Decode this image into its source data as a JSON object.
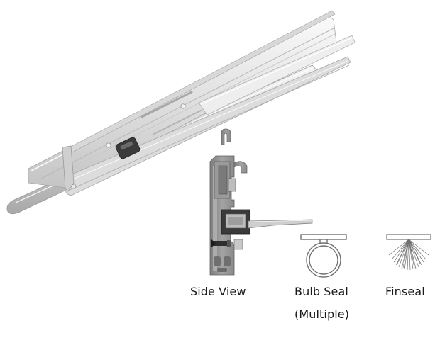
{
  "captions": {
    "side_view": "Side View",
    "bulb_seal": "Bulb Seal",
    "bulb_seal_note": "(Multiple)",
    "finseal": "Finseal"
  },
  "colors": {
    "rail_light": "#e9e9e9",
    "rail_mid": "#c9c9c9",
    "rail_dark": "#9a9a9a",
    "profile_gray": "#8c8c8c",
    "block_dark": "#2f2f2f",
    "line": "#7a7a7a"
  }
}
